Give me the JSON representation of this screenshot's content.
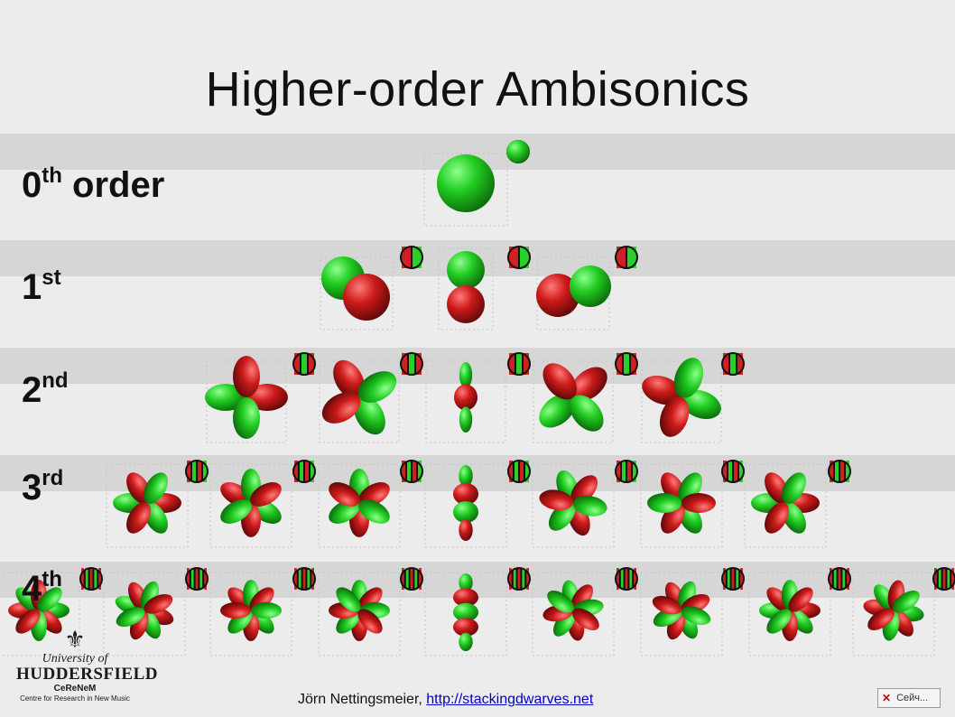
{
  "title": "Higher-order Ambisonics",
  "rows": [
    {
      "base": "0",
      "sup": "th",
      "suffix": " order"
    },
    {
      "base": "1",
      "sup": "st",
      "suffix": ""
    },
    {
      "base": "2",
      "sup": "nd",
      "suffix": ""
    },
    {
      "base": "3",
      "sup": "rd",
      "suffix": ""
    },
    {
      "base": "4",
      "sup": "th",
      "suffix": ""
    }
  ],
  "footer": {
    "author": "Jörn Nettingsmeier, ",
    "link": "http://stackingdwarves.net"
  },
  "logo": {
    "line1": "University of",
    "line2": "HUDDERSFIELD",
    "line3": "CeReNeM",
    "line4": "Centre for Research in New Music"
  },
  "taskbar": {
    "label": "Сейч..."
  },
  "colors": {
    "positive": "#22cc22",
    "negative": "#cc1a1a",
    "band": "#d6d6d6",
    "background": "#ececec"
  }
}
